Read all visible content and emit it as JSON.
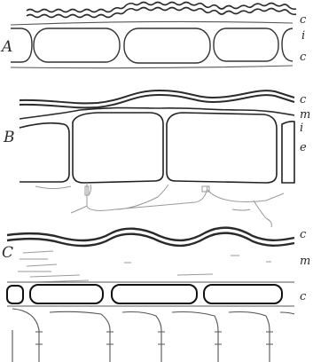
{
  "figure": {
    "panels": [
      {
        "label": "A",
        "layer_labels": [
          "c",
          "i",
          "c"
        ]
      },
      {
        "label": "B",
        "layer_labels": [
          "c",
          "m",
          "i",
          "e"
        ]
      },
      {
        "label": "C",
        "layer_labels": [
          "c",
          "m",
          "c"
        ]
      }
    ]
  }
}
